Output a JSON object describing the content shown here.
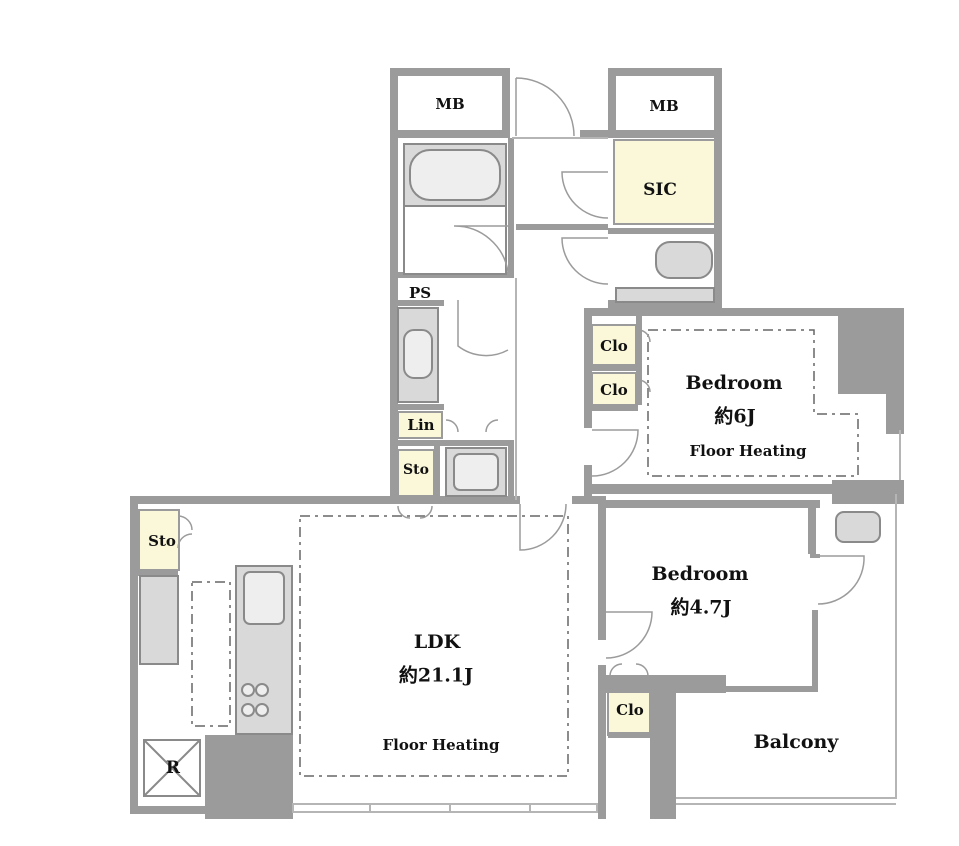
{
  "rooms": {
    "mb_left": "MB",
    "mb_right": "MB",
    "sic": "SIC",
    "ps": "PS",
    "lin": "Lin",
    "sto_upper": "Sto",
    "sto_kitchen": "Sto",
    "clo_1": "Clo",
    "clo_2": "Clo",
    "clo_3": "Clo",
    "refrigerator": "R",
    "bedroom1": {
      "name": "Bedroom",
      "size": "約6J",
      "feature": "Floor Heating"
    },
    "bedroom2": {
      "name": "Bedroom",
      "size": "約4.7J"
    },
    "ldk": {
      "name": "LDK",
      "size": "約21.1J",
      "feature": "Floor Heating"
    },
    "balcony": "Balcony"
  },
  "colors": {
    "wall": "#9b9b9b",
    "storage_fill": "#fbf8da",
    "fixture": "#d9d9d9",
    "fixture_line": "#8a8a8a",
    "dash": "#666666"
  }
}
